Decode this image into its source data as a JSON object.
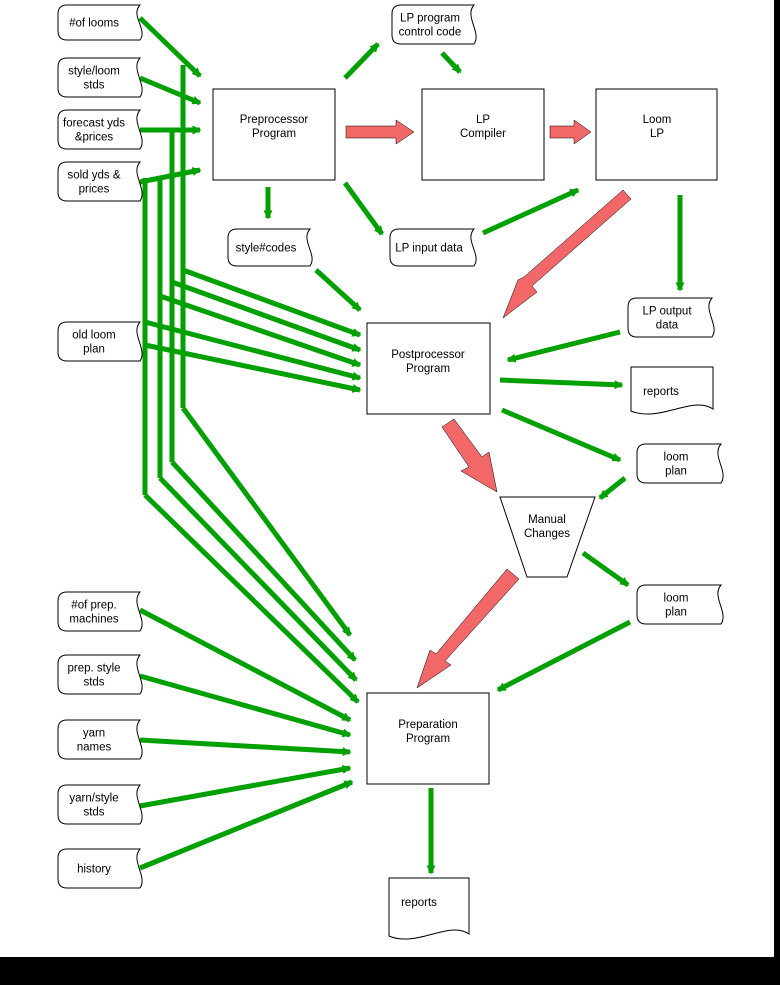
{
  "colors": {
    "green": "#00a000",
    "red": "#f26767",
    "background": "#ffffff",
    "frame": "#000000"
  },
  "inputs": {
    "num_looms": [
      "#of looms"
    ],
    "style_loom_stds": [
      "style/loom",
      "stds"
    ],
    "forecast": [
      "forecast yds",
      "&prices"
    ],
    "sold": [
      "sold yds &",
      "prices"
    ],
    "old_loom_plan": [
      "old loom",
      "plan"
    ],
    "num_prep_machines": [
      "#of prep.",
      "machines"
    ],
    "prep_style_stds": [
      "prep. style",
      "stds"
    ],
    "yarn_names": [
      "yarn",
      "names"
    ],
    "yarn_style_stds": [
      "yarn/style",
      "stds"
    ],
    "history": [
      "history"
    ]
  },
  "data_stores": {
    "lp_program_control_code": [
      "LP program",
      "control code"
    ],
    "style_codes": [
      "style#codes"
    ],
    "lp_input_data": [
      "LP input data"
    ],
    "lp_output_data": [
      "LP output",
      "data"
    ],
    "loom_plan_1": [
      "loom",
      "plan"
    ],
    "loom_plan_2": [
      "loom",
      "plan"
    ]
  },
  "processes": {
    "preprocessor": [
      "Preprocessor",
      "Program"
    ],
    "lp_compiler": [
      "LP",
      "Compiler"
    ],
    "loom_lp": [
      "Loom",
      "LP"
    ],
    "postprocessor": [
      "Postprocessor",
      "Program"
    ],
    "manual_changes": [
      "Manual",
      "Changes"
    ],
    "preparation": [
      "Preparation",
      "Program"
    ]
  },
  "reports": {
    "reports_1": [
      "reports"
    ],
    "reports_2": [
      "reports"
    ]
  }
}
